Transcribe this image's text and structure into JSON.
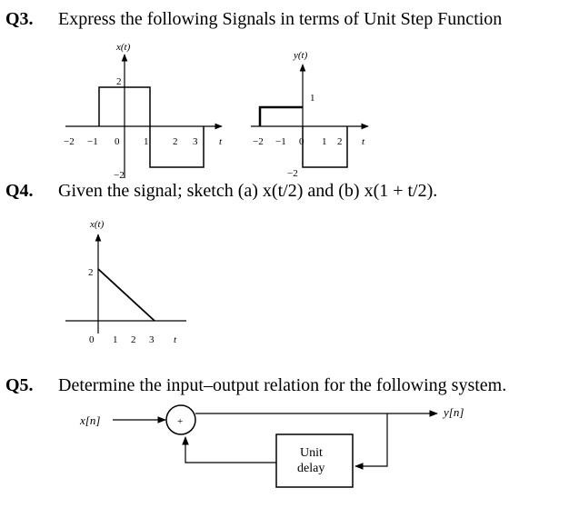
{
  "q3": {
    "number": "Q3.",
    "text": "Express the following Signals in terms of Unit Step Function",
    "xt_plot": {
      "ylabel": "x(t)",
      "xlabel": "t",
      "x_ticks": [
        "−2",
        "−1",
        "0",
        "1",
        "2",
        "3"
      ],
      "y_top": "2",
      "y_bottom": "−2"
    },
    "yt_plot": {
      "ylabel": "y(t)",
      "xlabel": "t",
      "x_ticks": [
        "−2",
        "−1",
        "0",
        "1",
        "2"
      ],
      "y_top": "1",
      "y_bottom": "−2"
    }
  },
  "q4": {
    "number": "Q4.",
    "text": "Given the signal; sketch (a) x(t/2) and (b) x(1 + t/2).",
    "plot": {
      "ylabel": "x(t)",
      "xlabel": "t",
      "x_ticks": [
        "0",
        "1",
        "2",
        "3"
      ],
      "y_tick": "2"
    }
  },
  "q5": {
    "number": "Q5.",
    "text": "Determine the input–output relation for the following system.",
    "diagram": {
      "input_label": "x[n]",
      "output_label": "y[n]",
      "adder_sign": "+",
      "block_line1": "Unit",
      "block_line2": "delay"
    }
  }
}
